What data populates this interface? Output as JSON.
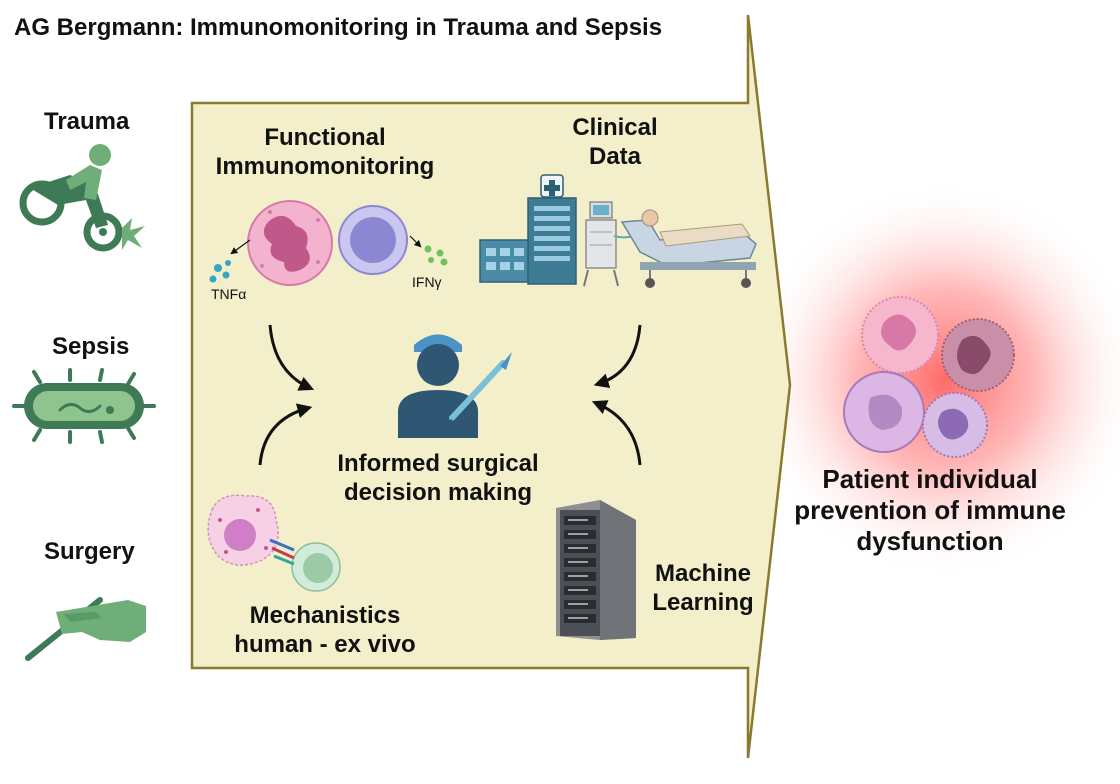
{
  "title": "AG Bergmann: Immunomonitoring in Trauma and Sepsis",
  "left_labels": {
    "trauma": "Trauma",
    "sepsis": "Sepsis",
    "surgery": "Surgery"
  },
  "panel": {
    "functional_line1": "Functional",
    "functional_line2": "Immunomonitoring",
    "tnf": "TNFα",
    "ifn": "IFNγ",
    "clinical_line1": "Clinical",
    "clinical_line2": "Data",
    "center_line1": "Informed surgical",
    "center_line2": "decision making",
    "mech_line1": "Mechanistics",
    "mech_line2": "human - ex vivo",
    "ml_line1": "Machine",
    "ml_line2": "Learning"
  },
  "outcome": {
    "line1": "Patient individual",
    "line2": "prevention of immune",
    "line3": "dysfunction"
  },
  "colors": {
    "panel_fill": "#f3efcb",
    "panel_border": "#8a7a2e",
    "icon_green": "#3d7a55",
    "icon_light_green": "#6fae78",
    "glow": "#ff5a5a",
    "surgeon": "#2f5672"
  },
  "icons": [
    "motorcycle-icon",
    "bacterium-icon",
    "hand-scalpel-icon",
    "surgeon-icon",
    "hospital-icon",
    "ventilator-icon",
    "patient-bed-icon",
    "server-rack-icon"
  ]
}
